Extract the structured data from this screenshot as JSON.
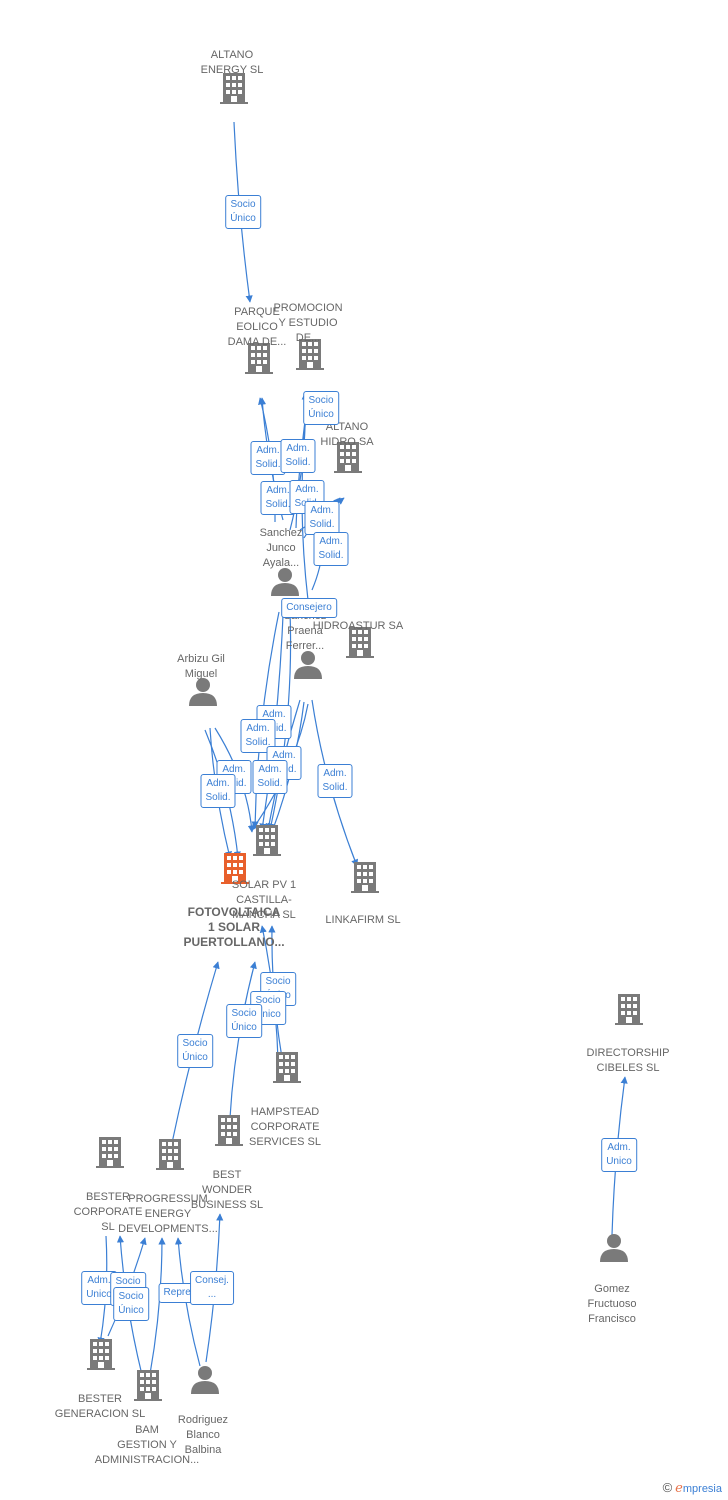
{
  "nodes": [
    {
      "id": "altano_energy",
      "kind": "company",
      "label": "ALTANO\nENERGY SL"
    },
    {
      "id": "parque_eolico",
      "kind": "company",
      "label": "PARQUE\nEOLICO\nDAMA DE..."
    },
    {
      "id": "promocion",
      "kind": "company",
      "label": "PROMOCION\nY ESTUDIO\nDE..."
    },
    {
      "id": "altano_hidro",
      "kind": "company",
      "label": "ALTANO\nHIDRO SA"
    },
    {
      "id": "sanchez",
      "kind": "person",
      "label": "Sanchez\nJunco\nAyala..."
    },
    {
      "id": "praena",
      "kind": "person",
      "label": "Sanchez\nPraena\nFerrer..."
    },
    {
      "id": "hidroastur",
      "kind": "company",
      "label": "HIDROASTUR SA"
    },
    {
      "id": "arbizu",
      "kind": "person",
      "label": "Arbizu Gil\nMiguel"
    },
    {
      "id": "pers2",
      "kind": "person",
      "label": ""
    },
    {
      "id": "solar_pv",
      "kind": "company",
      "label": "SOLAR PV 1\nCASTILLA-\nMANCHA SL"
    },
    {
      "id": "fotovoltaica",
      "kind": "focus",
      "label": "FOTOVOLTAICA\n1 SOLAR\nPUERTOLLANO..."
    },
    {
      "id": "linkafirm",
      "kind": "company",
      "label": "LINKAFIRM SL"
    },
    {
      "id": "directorship",
      "kind": "company",
      "label": "DIRECTORSHIP\nCIBELES SL"
    },
    {
      "id": "hampstead",
      "kind": "company",
      "label": "HAMPSTEAD\nCORPORATE\nSERVICES SL"
    },
    {
      "id": "best_wonder",
      "kind": "company",
      "label": "BEST\nWONDER\nBUSINESS SL"
    },
    {
      "id": "bester_corp",
      "kind": "company",
      "label": "BESTER\nCORPORATE\nSL"
    },
    {
      "id": "progressum",
      "kind": "company",
      "label": "PROGRESSUM\nENERGY\nDEVELOPMENTS..."
    },
    {
      "id": "gomez",
      "kind": "person",
      "label": "Gomez\nFructuoso\nFrancisco"
    },
    {
      "id": "bester_gen",
      "kind": "company",
      "label": "BESTER\nGENERACION SL"
    },
    {
      "id": "bam",
      "kind": "company",
      "label": "BAM\nGESTION Y\nADMINISTRACION..."
    },
    {
      "id": "rodriguez",
      "kind": "person",
      "label": "Rodriguez\nBlanco\nBalbina"
    }
  ],
  "edge_labels": [
    {
      "id": "e1",
      "text": "Socio\nÚnico"
    },
    {
      "id": "e2",
      "text": "Socio\nÚnico"
    },
    {
      "id": "e3",
      "text": "Adm.\nSolid."
    },
    {
      "id": "e4",
      "text": "Adm.\nSolid."
    },
    {
      "id": "e5",
      "text": "Adm.\nSolid."
    },
    {
      "id": "e6",
      "text": "Adm.\nSolid."
    },
    {
      "id": "e7",
      "text": "Adm.\nSolid."
    },
    {
      "id": "e8",
      "text": "Adm.\nSolid."
    },
    {
      "id": "e9",
      "text": "Consejero"
    },
    {
      "id": "e10",
      "text": "Adm.\nSolid."
    },
    {
      "id": "e11",
      "text": "Adm.\nSolid."
    },
    {
      "id": "e12",
      "text": "Adm.\nSolid."
    },
    {
      "id": "e13",
      "text": "Adm.\nSolid."
    },
    {
      "id": "e14",
      "text": "Adm.\nSolid."
    },
    {
      "id": "e15",
      "text": "Adm.\nSolid."
    },
    {
      "id": "e16",
      "text": "Adm.\nSolid."
    },
    {
      "id": "e17",
      "text": "Socio\nÚnico"
    },
    {
      "id": "e18",
      "text": "Socio\nÚnico"
    },
    {
      "id": "e19",
      "text": "Socio\nÚnico"
    },
    {
      "id": "e20",
      "text": "Socio\nÚnico"
    },
    {
      "id": "e21",
      "text": "Adm.\nUnico"
    },
    {
      "id": "e22",
      "text": "Adm.\nUnico"
    },
    {
      "id": "e23",
      "text": "Socio\nÚnico"
    },
    {
      "id": "e24",
      "text": "Socio\nÚnico"
    },
    {
      "id": "e25",
      "text": "Represent."
    },
    {
      "id": "e26",
      "text": "Consej.\n..."
    }
  ],
  "colors": {
    "edge": "#3b7fd4",
    "company": "#7a7a7a",
    "focus": "#e8602c",
    "person": "#7a7a7a"
  },
  "brand": {
    "copyright": "©",
    "initial": "e",
    "name": "mpresia"
  }
}
